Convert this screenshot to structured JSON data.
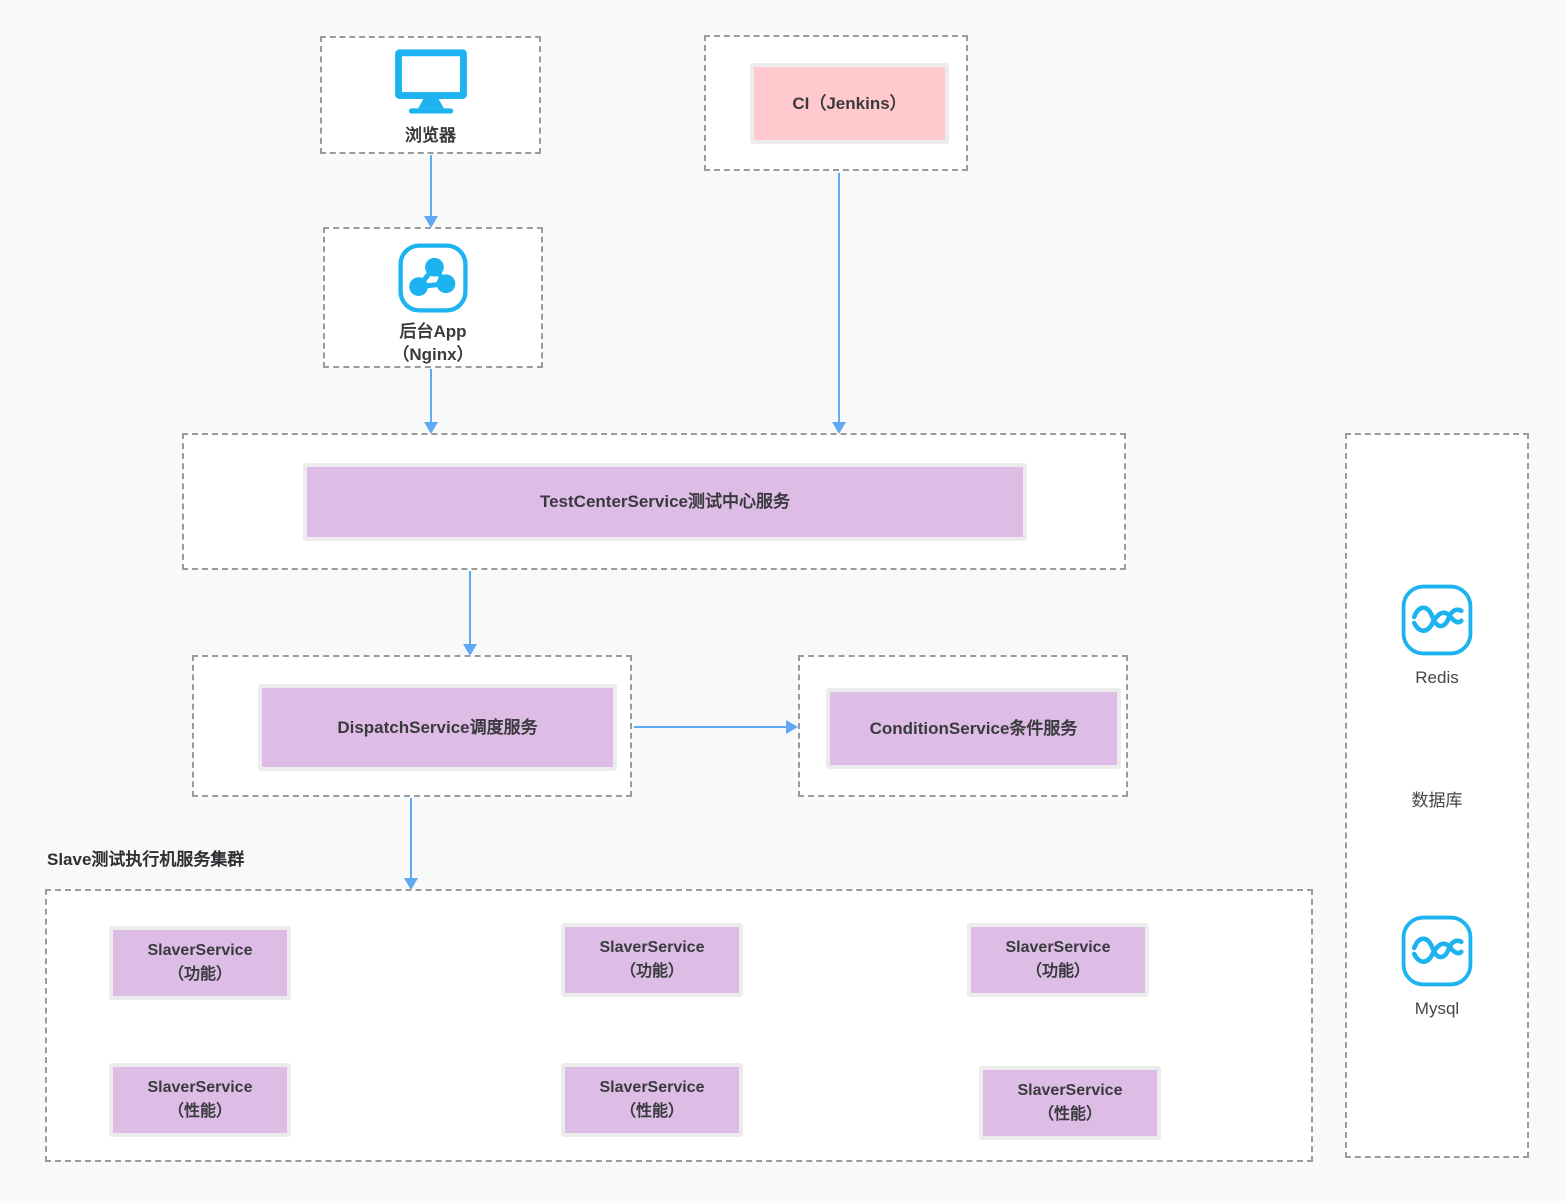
{
  "theme": {
    "bg": "#f8f9f9",
    "panel_bg": "#ffffff",
    "dash": "#9b9b9b",
    "purple": "#ddbde6",
    "pink": "#ffc9cd",
    "inner_border": "#ececec",
    "arrow": "#5fa9f5",
    "icon": "#1cb3f0",
    "text": "#3a3a3e"
  },
  "nodes": {
    "browser": {
      "label": "浏览器",
      "icon": "monitor-icon"
    },
    "ci": {
      "label": "CI（Jenkins）"
    },
    "backend_app": {
      "line1": "后台App",
      "line2": "（Nginx）",
      "icon": "app-network-icon"
    },
    "test_center": {
      "label": "TestCenterService测试中心服务"
    },
    "dispatch": {
      "label": "DispatchService调度服务"
    },
    "condition": {
      "label": "ConditionService条件服务"
    },
    "slave_cluster": {
      "title": "Slave测试执行机服务集群",
      "members": [
        {
          "line1": "SlaverService",
          "line2": "（功能）"
        },
        {
          "line1": "SlaverService",
          "line2": "（功能）"
        },
        {
          "line1": "SlaverService",
          "line2": "（功能）"
        },
        {
          "line1": "SlaverService",
          "line2": "（性能）"
        },
        {
          "line1": "SlaverService",
          "line2": "（性能）"
        },
        {
          "line1": "SlaverService",
          "line2": "（性能）"
        }
      ]
    },
    "database_panel": {
      "redis_label": "Redis",
      "title": "数据库",
      "mysql_label": "Mysql",
      "icon": "wave-db-icon"
    }
  },
  "edges": [
    {
      "from": "浏览器",
      "to": "后台App（Nginx）"
    },
    {
      "from": "CI（Jenkins）",
      "to": "TestCenterService测试中心服务"
    },
    {
      "from": "后台App（Nginx）",
      "to": "TestCenterService测试中心服务"
    },
    {
      "from": "TestCenterService测试中心服务",
      "to": "DispatchService调度服务"
    },
    {
      "from": "DispatchService调度服务",
      "to": "ConditionService条件服务"
    },
    {
      "from": "DispatchService调度服务",
      "to": "Slave测试执行机服务集群"
    }
  ]
}
